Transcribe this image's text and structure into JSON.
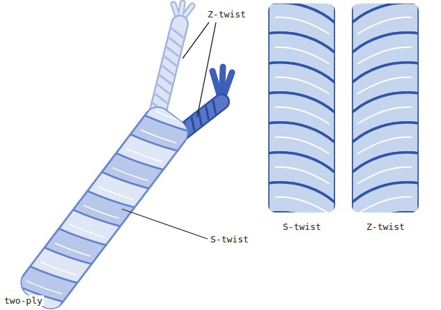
{
  "diagram": {
    "labels": [
      "Z-twist",
      "S-twist",
      "two-ply",
      "S-twist",
      "Z-twist"
    ]
  }
}
